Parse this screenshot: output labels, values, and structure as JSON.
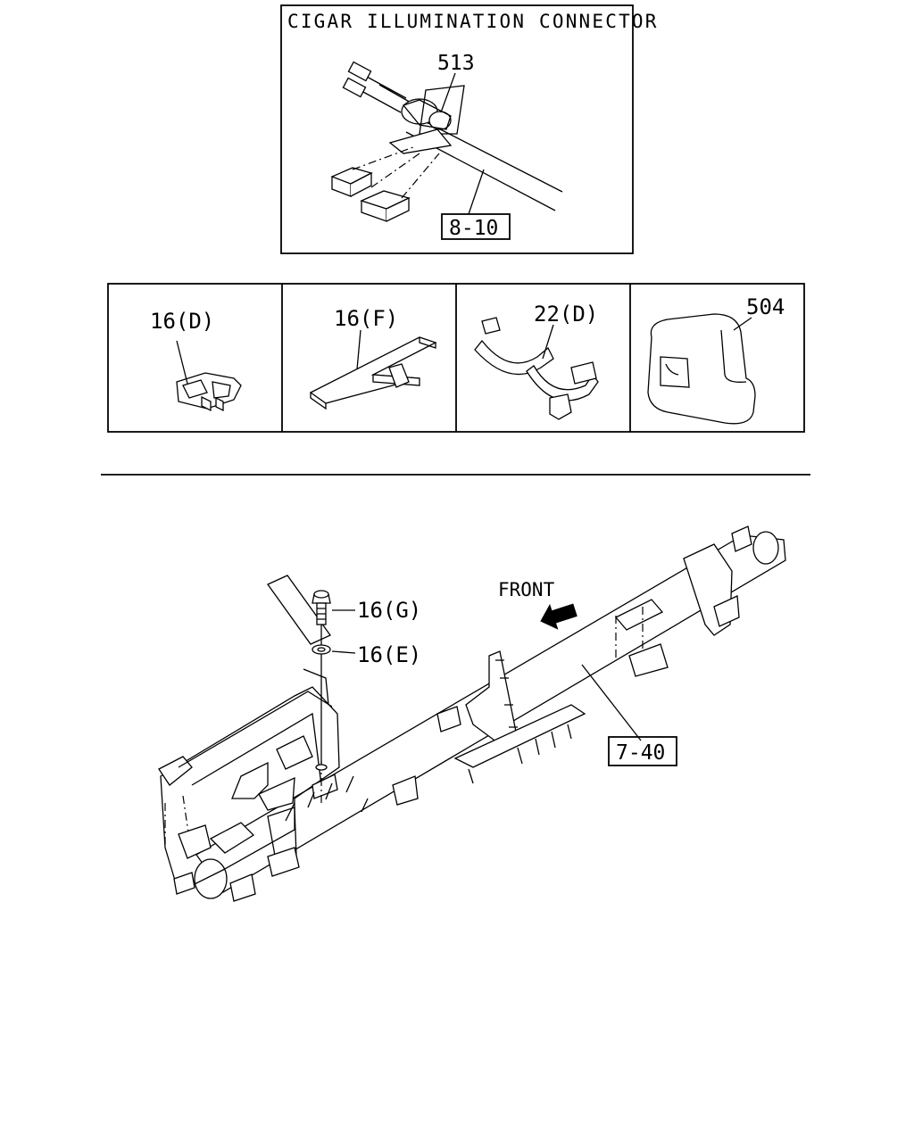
{
  "inset": {
    "title": "CIGAR ILLUMINATION CONNECTOR",
    "callouts": {
      "clip": "513",
      "harness_ref": "8-10"
    }
  },
  "parts_row": [
    {
      "label": "16(D)"
    },
    {
      "label": "16(F)"
    },
    {
      "label": "22(D)"
    },
    {
      "label": "504"
    }
  ],
  "main": {
    "direction_label": "FRONT",
    "callouts": {
      "bolt": "16(G)",
      "washer": "16(E)",
      "harness_ref": "7-40"
    }
  }
}
